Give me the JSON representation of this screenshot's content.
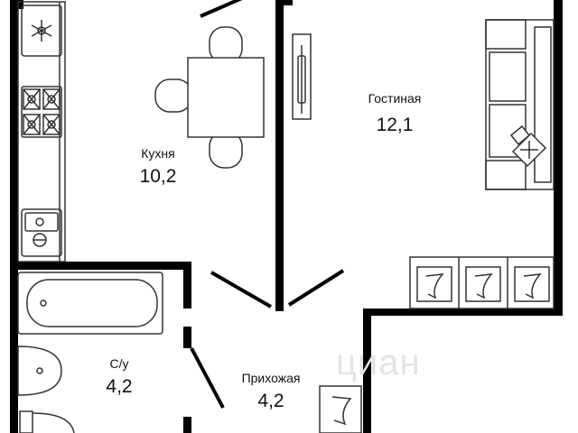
{
  "rooms": [
    {
      "id": "kitchen",
      "name": "Кухня",
      "area": "10,2"
    },
    {
      "id": "living",
      "name": "Гостиная",
      "area": "12,1"
    },
    {
      "id": "bathroom",
      "name": "С/у",
      "area": "4,2"
    },
    {
      "id": "hallway",
      "name": "Прихожая",
      "area": "4,2"
    }
  ],
  "watermark": {
    "text": "циан"
  },
  "colors": {
    "wall": "#000000",
    "furniture_stroke": "#333333",
    "background": "#ffffff",
    "watermark": "#e4e4e4"
  },
  "icons": [
    "snowflake-icon",
    "stove-burner-icon",
    "sink-icon",
    "bathtub-icon",
    "toilet-icon",
    "radiator-icon",
    "sofa-icon",
    "tv-icon",
    "dining-table-icon"
  ]
}
